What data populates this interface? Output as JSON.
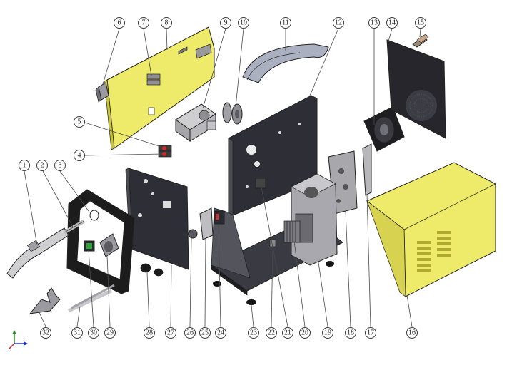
{
  "colors": {
    "panel_yellow": "#eeea6a",
    "panel_yellow_dark": "#c9c43c",
    "plate_dark": "#2e2e36",
    "metal_gray": "#b8b8bc",
    "metal_dark": "#8a8a90",
    "frame_black": "#1c1c1c",
    "handle_gray": "#aab0c0",
    "rubber_black": "#151515"
  },
  "callouts": [
    "1",
    "2",
    "3",
    "4",
    "5",
    "6",
    "7",
    "8",
    "9",
    "10",
    "11",
    "12",
    "13",
    "14",
    "15",
    "16",
    "17",
    "18",
    "19",
    "20",
    "21",
    "22",
    "23",
    "24",
    "25",
    "26",
    "27",
    "28",
    "29",
    "30",
    "31",
    "32"
  ],
  "icons": [
    "xyz-axis-icon"
  ]
}
